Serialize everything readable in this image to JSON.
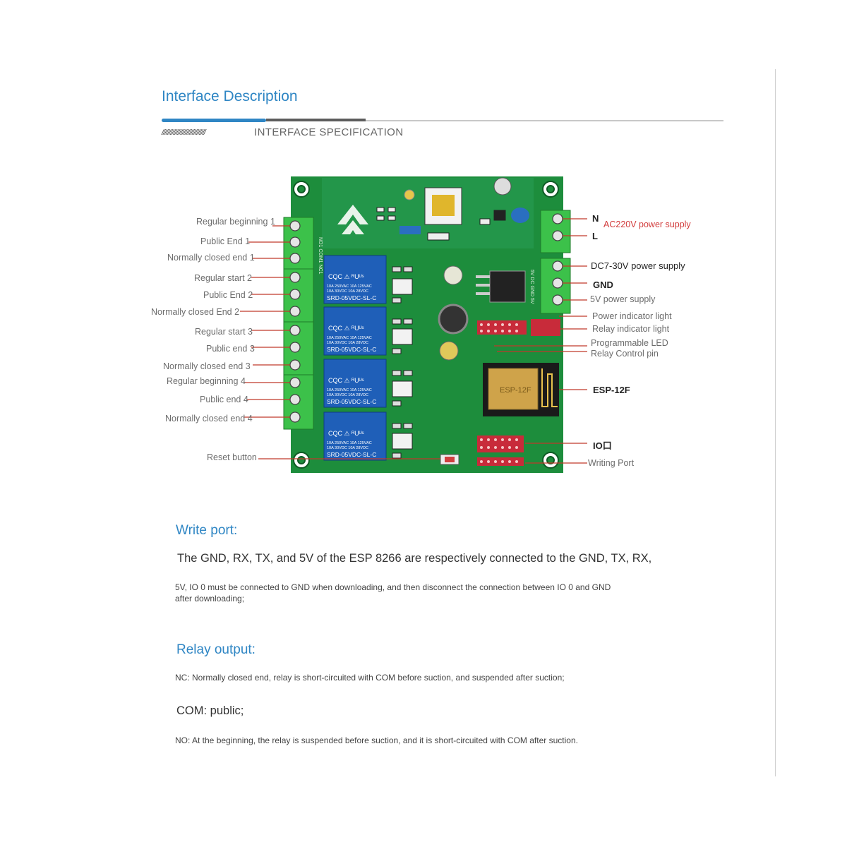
{
  "header": {
    "title": "Interface Description",
    "slashes": "//////////////////////////////",
    "subtitle": "INTERFACE SPECIFICATION"
  },
  "board": {
    "relay_text_1": "10A 250VAC 10A 125VAC",
    "relay_text_2": "10A 30VDC 10A 28VDC",
    "relay_model": "SRD-05VDC-SL-C",
    "module_label": "ESP-12F",
    "pcb_label": "NO1 COM1 NC1",
    "silk_dc": "5V DC GND 5V",
    "colors": {
      "pcb": "#1d8d3c",
      "relay": "#1f5fb8",
      "terminal": "#3cc14a",
      "leader": "#c0392b"
    }
  },
  "labels": {
    "left": [
      "Regular beginning 1",
      "Public End 1",
      "Normally closed end 1",
      "Regular start 2",
      "Public End 2",
      "Normally closed End 2",
      "Regular start 3",
      "Public end 3",
      "Normally closed end 3",
      "Regular beginning 4",
      "Public end 4",
      "Normally closed end 4",
      "Reset button"
    ],
    "right": {
      "n": "N",
      "l": "L",
      "ac": "AC220V power supply",
      "dc": "DC7-30V power supply",
      "gnd": "GND",
      "v5": "5V power supply",
      "power_light": "Power indicator light",
      "relay_light": "Relay indicator light",
      "prog_led": "Programmable LED",
      "relay_pin": "Relay Control pin",
      "esp": "ESP-12F",
      "io": "IO口",
      "writing": "Writing Port"
    }
  },
  "write_port": {
    "heading": "Write port:",
    "line1": "The GND, RX, TX, and 5V of the ESP 8266 are respectively connected to the GND, TX, RX,",
    "line2": "5V, IO 0 must be connected to GND when downloading, and then disconnect the connection between IO 0 and GND",
    "line3": "after downloading;"
  },
  "relay_output": {
    "heading": "Relay output:",
    "nc": "NC: Normally closed end, relay is short-circuited with COM before suction, and suspended after suction;",
    "com": "COM: public;",
    "no": "NO: At the beginning, the relay is suspended before suction, and it is short-circuited with COM after suction."
  }
}
